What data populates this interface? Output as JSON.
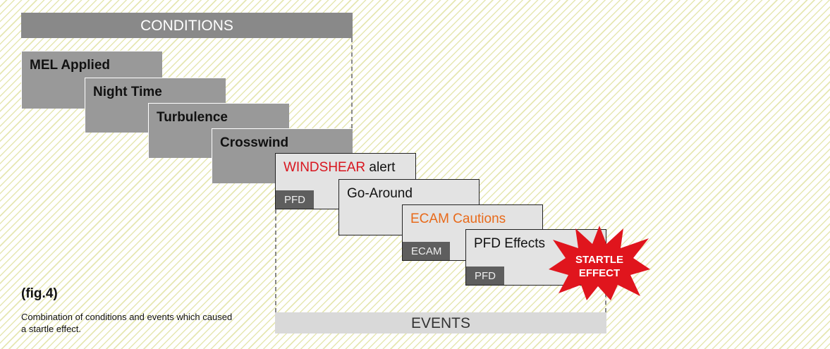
{
  "figure": {
    "label": "(fig.4)",
    "caption": "Combination of conditions and events which caused a startle effect."
  },
  "conditions": {
    "title": "CONDITIONS",
    "items": [
      {
        "label": "MEL Applied"
      },
      {
        "label": "Night Time"
      },
      {
        "label": "Turbulence"
      },
      {
        "label": "Crosswind"
      }
    ]
  },
  "events": {
    "title": "EVENTS",
    "items": [
      {
        "highlight": "WINDSHEAR",
        "label": " alert",
        "tag": "PFD",
        "highlight_color": "#d8151e"
      },
      {
        "label": "Go-Around",
        "tag": ""
      },
      {
        "highlight": "ECAM Cautions",
        "label": "",
        "tag": "ECAM",
        "highlight_color": "#e86a1a"
      },
      {
        "label": "PFD Effects",
        "tag": "PFD"
      }
    ]
  },
  "startle": {
    "line1": "STARTLE",
    "line2": "EFFECT",
    "color": "#e0151d"
  },
  "colors": {
    "conditions_box": "#999999",
    "events_box": "#e3e3e3",
    "stripe": "#e6e7b2"
  }
}
